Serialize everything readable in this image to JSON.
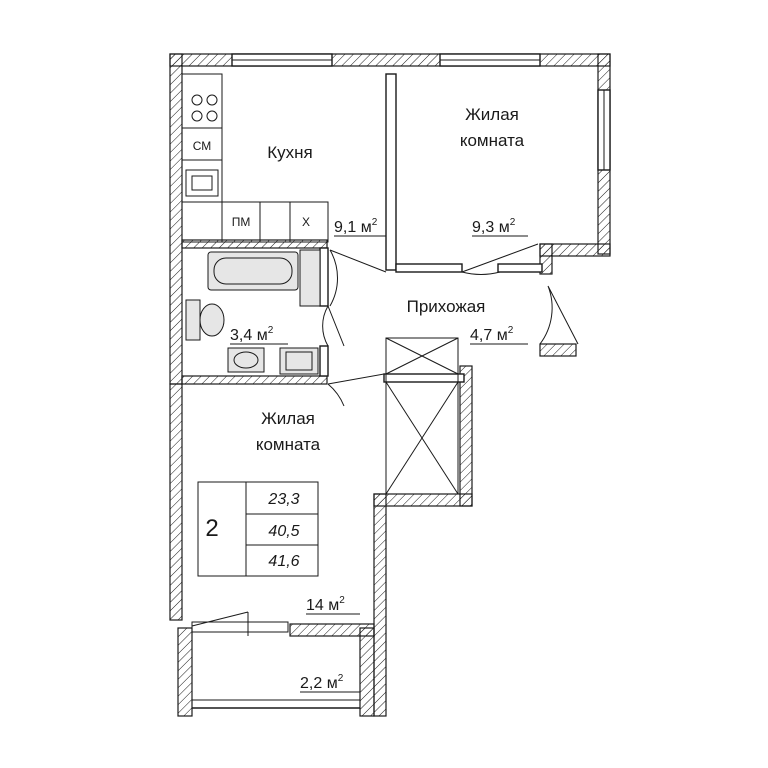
{
  "rooms": {
    "kitchen": {
      "name": "Кухня",
      "area": "9,1 м",
      "area_sup": "2"
    },
    "bedroom": {
      "name_line1": "Жилая",
      "name_line2": "комната",
      "area": "9,3 м",
      "area_sup": "2"
    },
    "hallway": {
      "name": "Прихожая",
      "area": "4,7 м",
      "area_sup": "2"
    },
    "bathroom": {
      "area": "3,4 м",
      "area_sup": "2"
    },
    "living": {
      "name_line1": "Жилая",
      "name_line2": "комната",
      "area": "14 м",
      "area_sup": "2"
    },
    "balcony": {
      "area": "2,2 м",
      "area_sup": "2"
    }
  },
  "appliances": {
    "washer": "СМ",
    "dishwasher": "ПМ",
    "fridge": "Х"
  },
  "summary": {
    "rooms_count": "2",
    "values": [
      "23,3",
      "40,5",
      "41,6"
    ]
  },
  "colors": {
    "line": "#1a1a1a",
    "fixture_fill": "#e6e6e6"
  }
}
